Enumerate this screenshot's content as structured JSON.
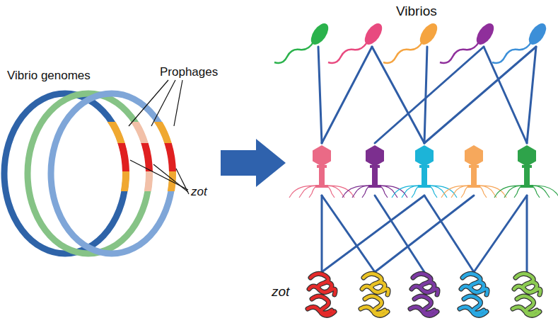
{
  "diagram": {
    "labels": [
      "Vibrios",
      "Vibrio genomes",
      "Prophages",
      "zot",
      "zot"
    ]
  }
}
